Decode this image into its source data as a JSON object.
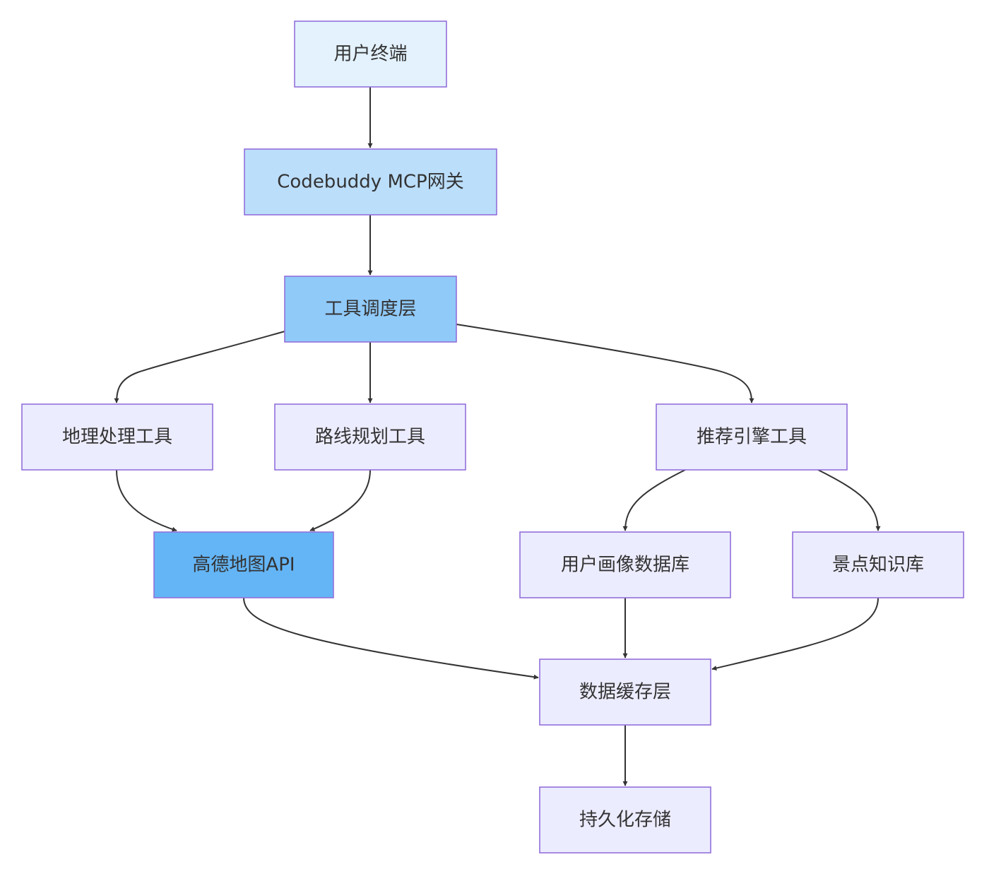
{
  "diagram": {
    "type": "flowchart",
    "direction": "top-down",
    "colors": {
      "node_border": "#9370DB",
      "edge": "#333333",
      "text": "#333333",
      "default_fill": "#ECECFF"
    },
    "nodes": [
      {
        "id": "user",
        "label": "用户终端",
        "fill": "#E3F2FD"
      },
      {
        "id": "gateway",
        "label": "Codebuddy MCP网关",
        "fill": "#BBDEFB"
      },
      {
        "id": "dispatch",
        "label": "工具调度层",
        "fill": "#90CAF9"
      },
      {
        "id": "geo",
        "label": "地理处理工具",
        "fill": "#ECECFF"
      },
      {
        "id": "route",
        "label": "路线规划工具",
        "fill": "#ECECFF"
      },
      {
        "id": "recommend",
        "label": "推荐引擎工具",
        "fill": "#ECECFF"
      },
      {
        "id": "amap",
        "label": "高德地图API",
        "fill": "#64B5F6"
      },
      {
        "id": "profile",
        "label": "用户画像数据库",
        "fill": "#ECECFF"
      },
      {
        "id": "poi",
        "label": "景点知识库",
        "fill": "#ECECFF"
      },
      {
        "id": "cache",
        "label": "数据缓存层",
        "fill": "#ECECFF"
      },
      {
        "id": "storage",
        "label": "持久化存储",
        "fill": "#ECECFF"
      }
    ],
    "edges": [
      {
        "from": "user",
        "to": "gateway"
      },
      {
        "from": "gateway",
        "to": "dispatch"
      },
      {
        "from": "dispatch",
        "to": "geo"
      },
      {
        "from": "dispatch",
        "to": "route"
      },
      {
        "from": "dispatch",
        "to": "recommend"
      },
      {
        "from": "geo",
        "to": "amap"
      },
      {
        "from": "route",
        "to": "amap"
      },
      {
        "from": "recommend",
        "to": "profile"
      },
      {
        "from": "recommend",
        "to": "poi"
      },
      {
        "from": "amap",
        "to": "cache"
      },
      {
        "from": "profile",
        "to": "cache"
      },
      {
        "from": "poi",
        "to": "cache"
      },
      {
        "from": "cache",
        "to": "storage"
      }
    ]
  }
}
